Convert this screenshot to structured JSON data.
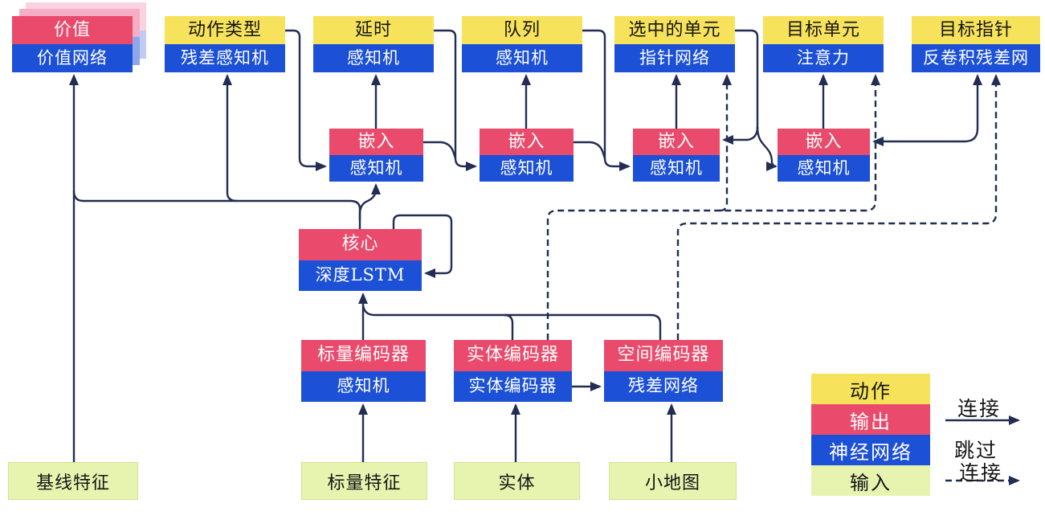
{
  "diagram": {
    "nodes": {
      "value": {
        "top": "价值",
        "bottom": "价值网络"
      },
      "action_type": {
        "top": "动作类型",
        "bottom": "残差感知机"
      },
      "delay": {
        "top": "延时",
        "bottom": "感知机"
      },
      "queue": {
        "top": "队列",
        "bottom": "感知机"
      },
      "selected_units": {
        "top": "选中的单元",
        "bottom": "指针网络"
      },
      "target_unit": {
        "top": "目标单元",
        "bottom": "注意力"
      },
      "target_point": {
        "top": "目标指针",
        "bottom": "反卷积残差网"
      },
      "embed1": {
        "top": "嵌入",
        "bottom": "感知机"
      },
      "embed2": {
        "top": "嵌入",
        "bottom": "感知机"
      },
      "embed3": {
        "top": "嵌入",
        "bottom": "感知机"
      },
      "embed4": {
        "top": "嵌入",
        "bottom": "感知机"
      },
      "core": {
        "top": "核心",
        "bottom": "深度LSTM"
      },
      "scalar_encoder": {
        "top": "标量编码器",
        "bottom": "感知机"
      },
      "entity_encoder": {
        "top": "实体编码器",
        "bottom": "实体编码器"
      },
      "spatial_encoder": {
        "top": "空间编码器",
        "bottom": "残差网络"
      }
    },
    "inputs": {
      "baseline": "基线特征",
      "scalar": "标量特征",
      "entity": "实体",
      "minimap": "小地图"
    },
    "legend": {
      "action": "动作",
      "output": "输出",
      "network": "神经网络",
      "input": "输入",
      "connection": "连接",
      "skip_line1": "跳过",
      "skip_line2": "连接"
    },
    "colors": {
      "action": "#F7E35B",
      "output": "#EA4A6B",
      "network": "#1C50D6",
      "input": "#E7F4B0",
      "wire": "#232C52"
    }
  }
}
